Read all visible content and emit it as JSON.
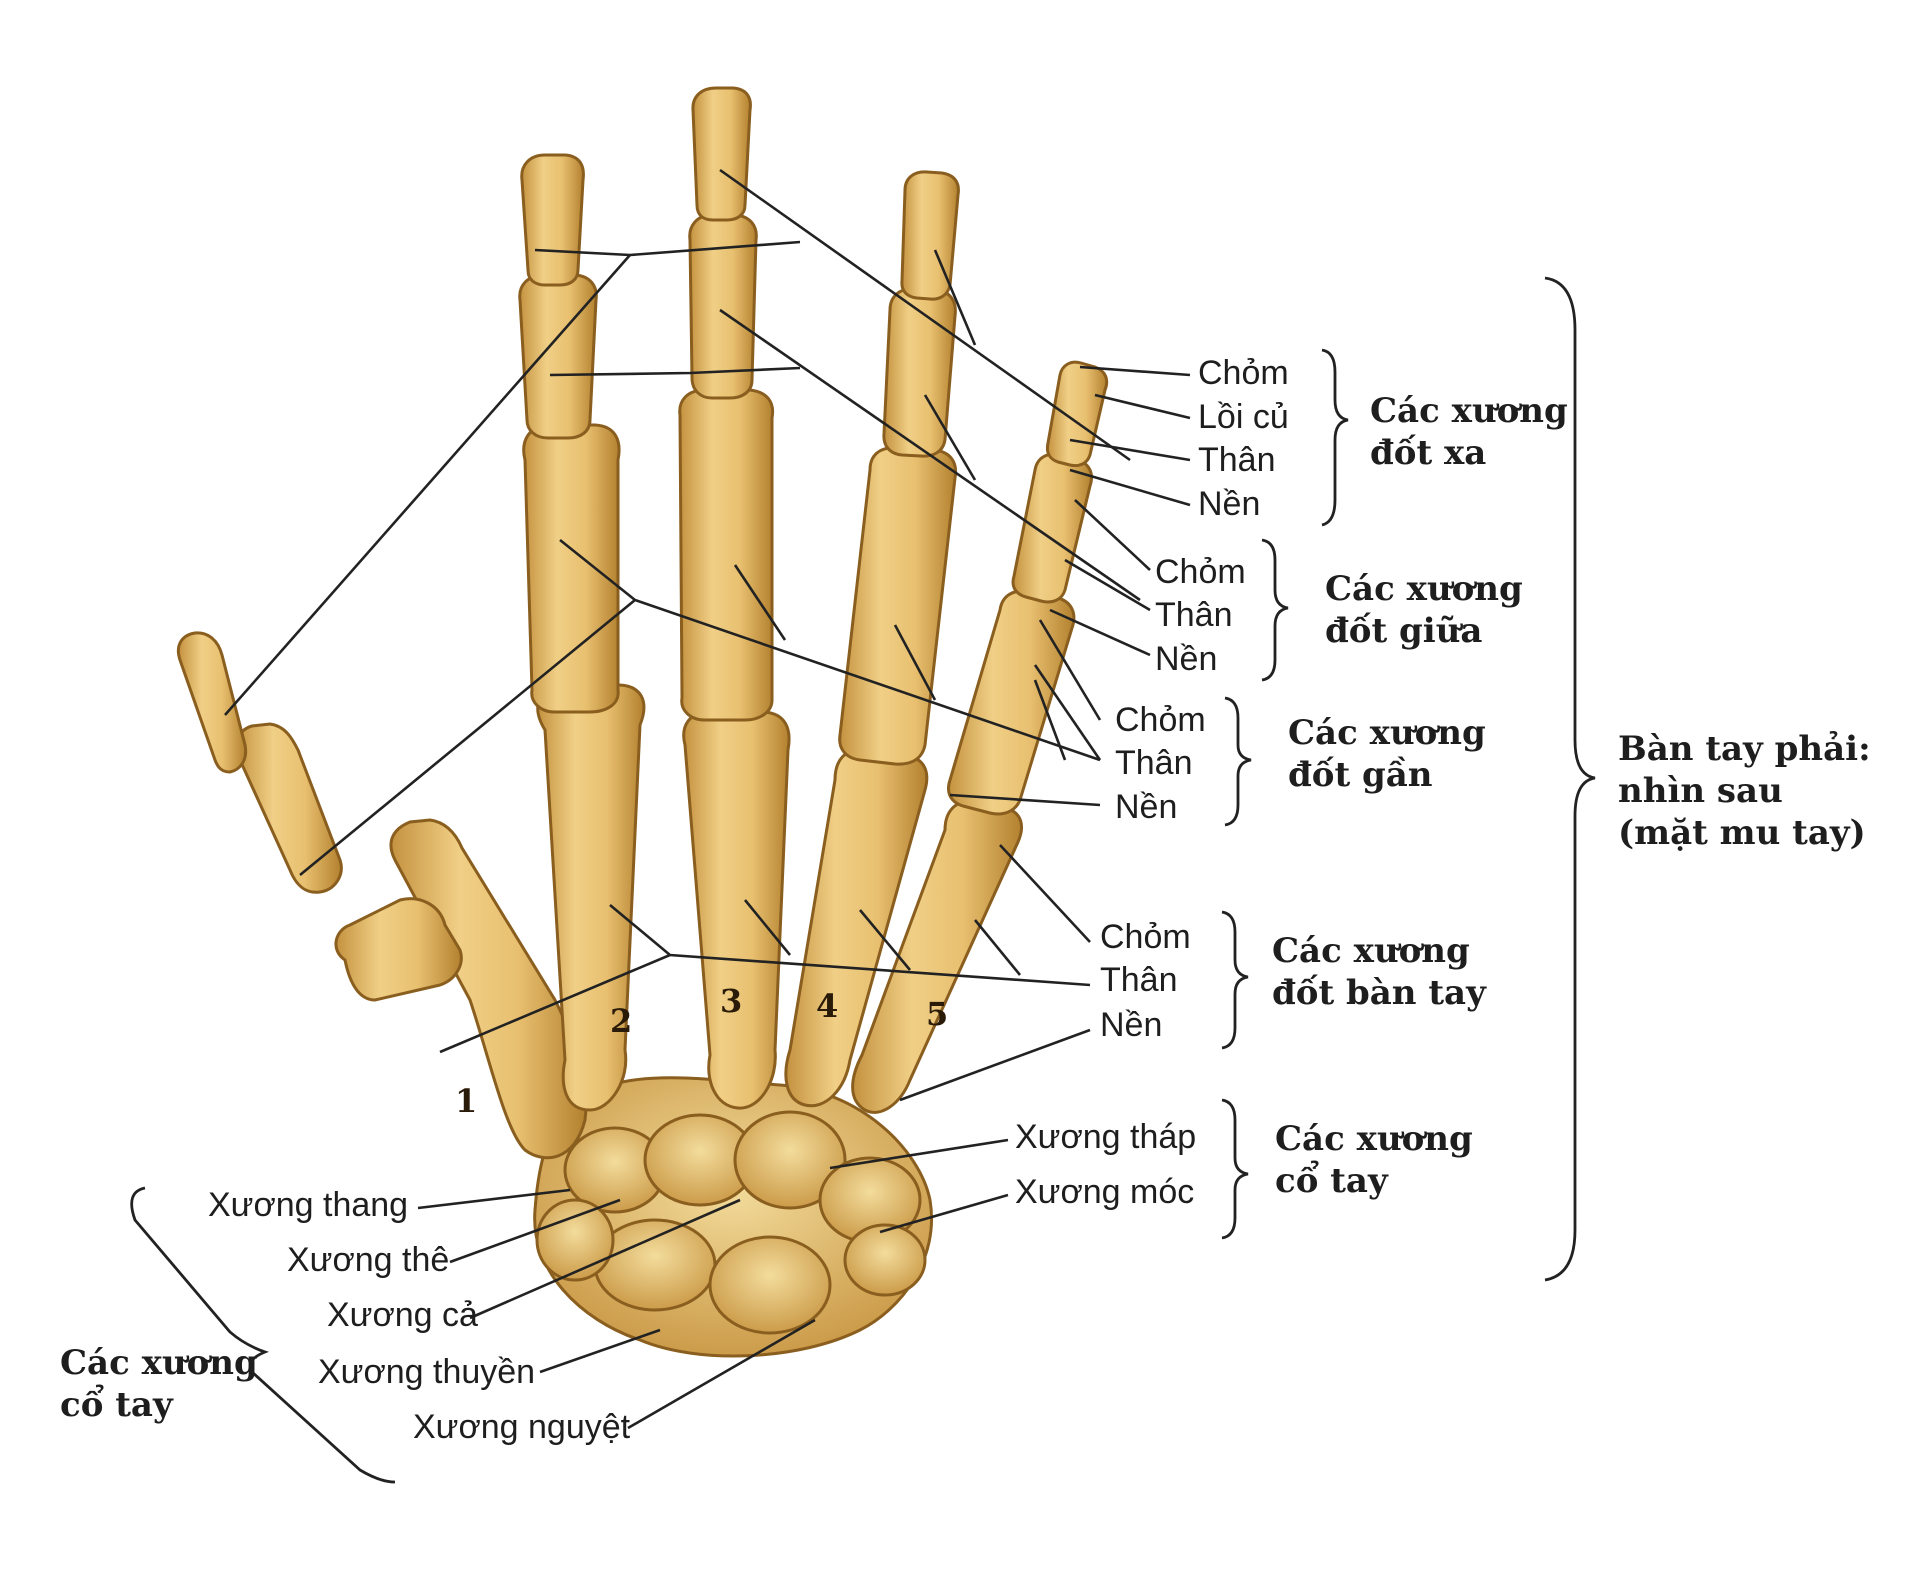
{
  "distal_labels": [
    "Chỏm",
    "Lồi củ",
    "Thân",
    "Nền"
  ],
  "distal_group": [
    "Các xương",
    "đốt xa"
  ],
  "middle_labels": [
    "Chỏm",
    "Thân",
    "Nền"
  ],
  "middle_group": [
    "Các xương",
    "đốt giữa"
  ],
  "proximal_labels": [
    "Chỏm",
    "Thân",
    "Nền"
  ],
  "proximal_group": [
    "Các xương",
    "đốt gần"
  ],
  "metacarpal_labels": [
    "Chỏm",
    "Thân",
    "Nền"
  ],
  "metacarpal_group": [
    "Các xương",
    "đốt bàn tay"
  ],
  "carpal_right_labels": [
    "Xương tháp",
    "Xương móc"
  ],
  "carpal_right_group": [
    "Các xương",
    "cổ tay"
  ],
  "carpal_left_labels": [
    "Xương thang",
    "Xương thê",
    "Xương cả",
    "Xương thuyền",
    "Xương nguyệt"
  ],
  "carpal_left_group": [
    "Các xương",
    "cổ tay"
  ],
  "hand_title": [
    "Bàn tay phải:",
    "nhìn sau",
    "(mặt mu tay)"
  ],
  "metacarpal_numbers": [
    "1",
    "2",
    "3",
    "4",
    "5"
  ],
  "colors": {
    "bone": "#e8c070",
    "bone_shadow": "#b98a35",
    "bone_light": "#f6e2a8",
    "line": "#222222"
  }
}
